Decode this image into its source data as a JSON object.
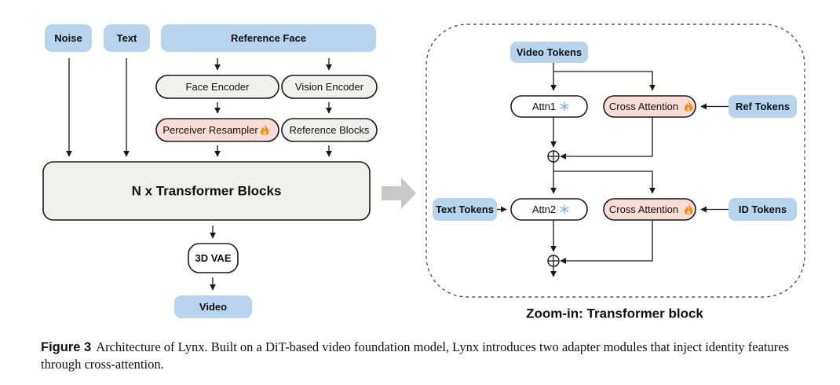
{
  "left": {
    "noise": "Noise",
    "text": "Text",
    "reference_face": "Reference Face",
    "face_encoder": "Face Encoder",
    "vision_encoder": "Vision Encoder",
    "perceiver_resampler": "Perceiver Resampler",
    "reference_blocks": "Reference Blocks",
    "transformer_blocks": "N x Transformer Blocks",
    "vae": "3D VAE",
    "video": "Video"
  },
  "zoom": {
    "video_tokens": "Video Tokens",
    "attn1": "Attn1",
    "cross_attention_1": "Cross Attention",
    "ref_tokens": "Ref Tokens",
    "text_tokens": "Text Tokens",
    "attn2": "Attn2",
    "cross_attention_2": "Cross Attention",
    "id_tokens": "ID Tokens",
    "title": "Zoom-in: Transformer block"
  },
  "icons": {
    "trainable": "fire-icon",
    "frozen": "snowflake-icon"
  },
  "colors": {
    "input_blue": "#b7d4ee",
    "trainable_red": "#f9dcd6",
    "module_gray": "#f0f1ef"
  },
  "caption": {
    "label": "Figure 3",
    "text": "Architecture of Lynx. Built on a DiT-based video foundation model, Lynx introduces two adapter modules that inject identity features through cross-attention."
  }
}
